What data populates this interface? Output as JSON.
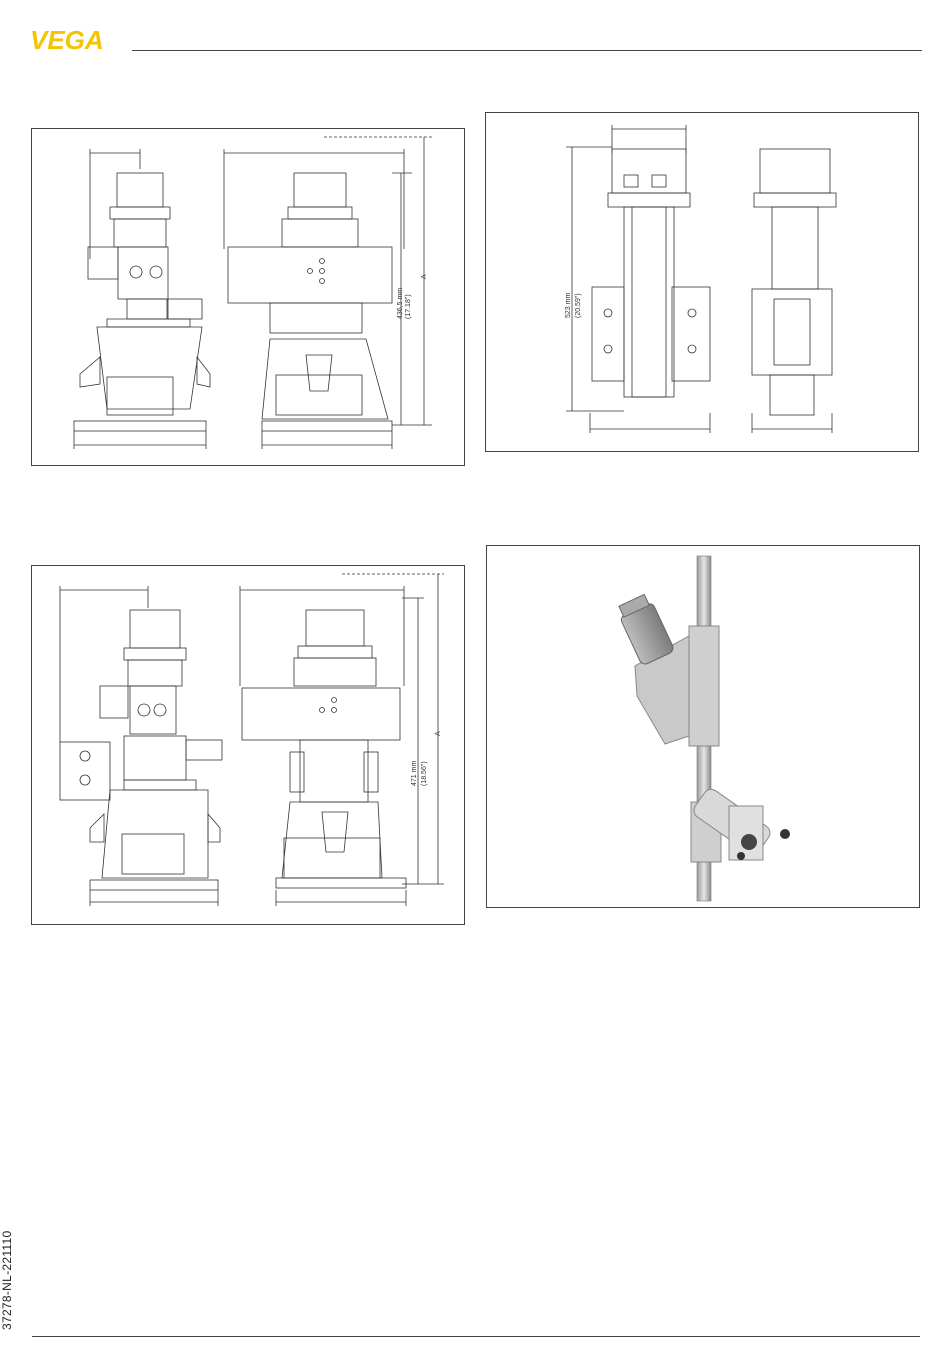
{
  "header": {
    "brand": "VEGA",
    "brand_color": "#f5c400"
  },
  "footer": {
    "doc_code": "37278-NL-221110"
  },
  "figures": {
    "fig_a": {
      "dim_mm": "436,5 mm",
      "dim_in": "(17.18\")",
      "label_a": "A"
    },
    "fig_b": {
      "dim_mm": "523 mm",
      "dim_in": "(20.59\")"
    },
    "fig_c": {
      "dim_mm": "471 mm",
      "dim_in": "(18.56\")",
      "label_a": "A"
    }
  }
}
